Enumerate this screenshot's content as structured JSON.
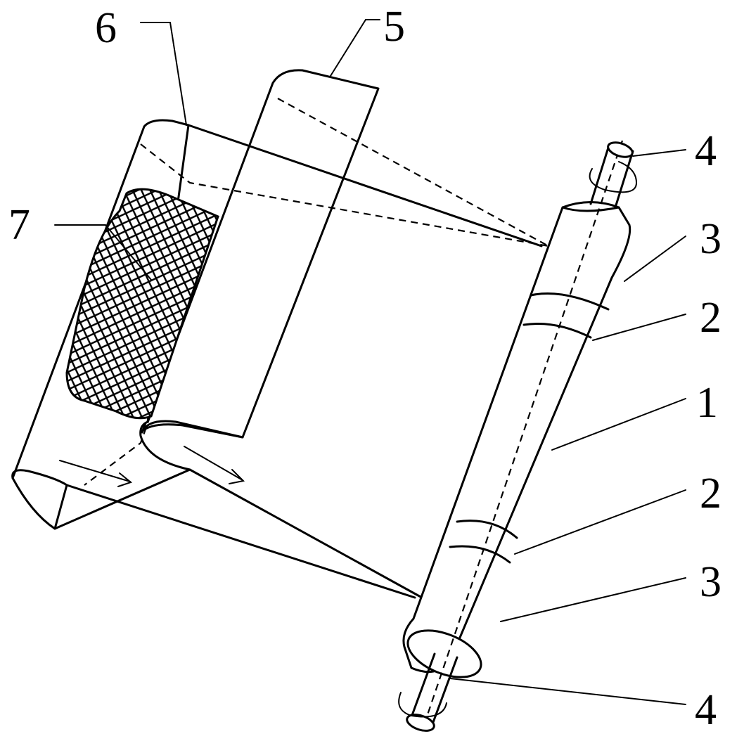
{
  "labels": {
    "l6": "6",
    "l5": "5",
    "l7": "7",
    "l4_top": "4",
    "l3_top": "3",
    "l2_top": "2",
    "l1": "1",
    "l2_bottom": "2",
    "l3_bottom": "3",
    "l4_bottom": "4"
  }
}
